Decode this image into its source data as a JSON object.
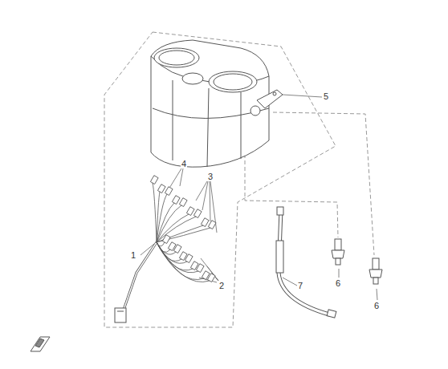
{
  "diagram": {
    "labels": [
      "5",
      "4",
      "3",
      "1",
      "2",
      "7",
      "6",
      "6"
    ]
  }
}
